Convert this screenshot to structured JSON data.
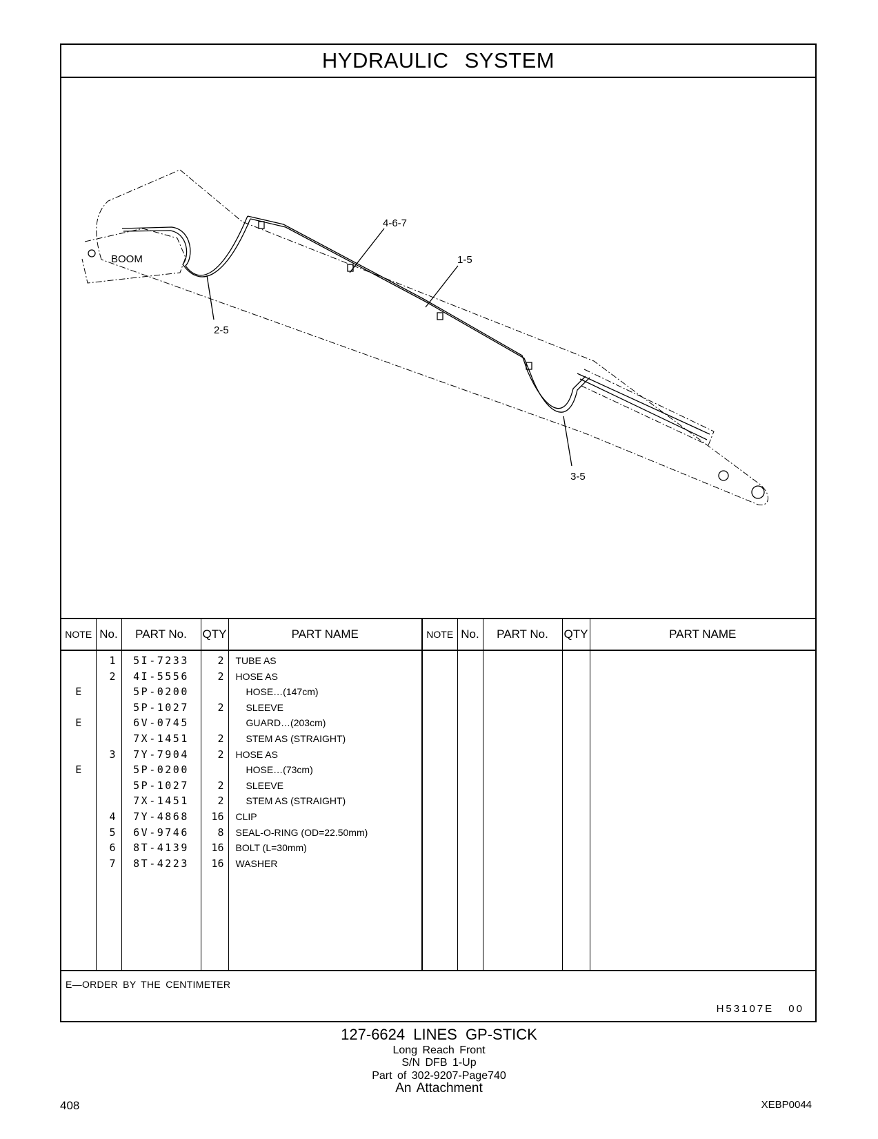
{
  "header": {
    "title": "HYDRAULIC   SYSTEM"
  },
  "drawing": {
    "labels": {
      "boom": "BOOM",
      "callout_1": "4-6-7",
      "callout_2": "1-5",
      "callout_3": "2-5",
      "callout_4": "3-5"
    }
  },
  "table": {
    "columns": [
      "NOTE",
      "No.",
      "PART No.",
      "QTY",
      "PART NAME",
      "NOTE",
      "No.",
      "PART No.",
      "QTY",
      "PART NAME"
    ],
    "rows": [
      {
        "note": "",
        "no": "1",
        "part_no": "5I-7233",
        "qty": "2",
        "name": "TUBE  AS",
        "indent": false
      },
      {
        "note": "",
        "no": "2",
        "part_no": "4I-5556",
        "qty": "2",
        "name": "HOSE  AS",
        "indent": false
      },
      {
        "note": "E",
        "no": "",
        "part_no": "5P-0200",
        "qty": "",
        "name": "HOSE…(147cm)",
        "indent": true
      },
      {
        "note": "",
        "no": "",
        "part_no": "5P-1027",
        "qty": "2",
        "name": "SLEEVE",
        "indent": true
      },
      {
        "note": "E",
        "no": "",
        "part_no": "6V-0745",
        "qty": "",
        "name": "GUARD…(203cm)",
        "indent": true
      },
      {
        "note": "",
        "no": "",
        "part_no": "7X-1451",
        "qty": "2",
        "name": "STEM  AS (STRAIGHT)",
        "indent": true
      },
      {
        "note": "",
        "no": "3",
        "part_no": "7Y-7904",
        "qty": "2",
        "name": "HOSE  AS",
        "indent": false
      },
      {
        "note": "E",
        "no": "",
        "part_no": "5P-0200",
        "qty": "",
        "name": "HOSE…(73cm)",
        "indent": true
      },
      {
        "note": "",
        "no": "",
        "part_no": "5P-1027",
        "qty": "2",
        "name": "SLEEVE",
        "indent": true
      },
      {
        "note": "",
        "no": "",
        "part_no": "7X-1451",
        "qty": "2",
        "name": "STEM  AS (STRAIGHT)",
        "indent": true
      },
      {
        "note": "",
        "no": "4",
        "part_no": "7Y-4868",
        "qty": "16",
        "name": "CLIP",
        "indent": false
      },
      {
        "note": "",
        "no": "5",
        "part_no": "6V-9746",
        "qty": "8",
        "name": "SEAL-O-RING (OD=22.50mm)",
        "indent": false
      },
      {
        "note": "",
        "no": "6",
        "part_no": "8T-4139",
        "qty": "16",
        "name": "BOLT (L=30mm)",
        "indent": false
      },
      {
        "note": "",
        "no": "7",
        "part_no": "8T-4223",
        "qty": "16",
        "name": "WASHER",
        "indent": false
      }
    ]
  },
  "footnote": "E—ORDER  BY  THE  CENTIMETER",
  "drawing_code": "H53107E   00",
  "caption": {
    "main": "127-6624   LINES  GP-STICK",
    "line2": "Long  Reach  Front",
    "line3": "S/N DFB 1-Up",
    "line4": "Part of 302-9207-Page740",
    "line5": "An Attachment"
  },
  "footer": {
    "page_number": "408",
    "doc_code": "XEBP0044"
  }
}
